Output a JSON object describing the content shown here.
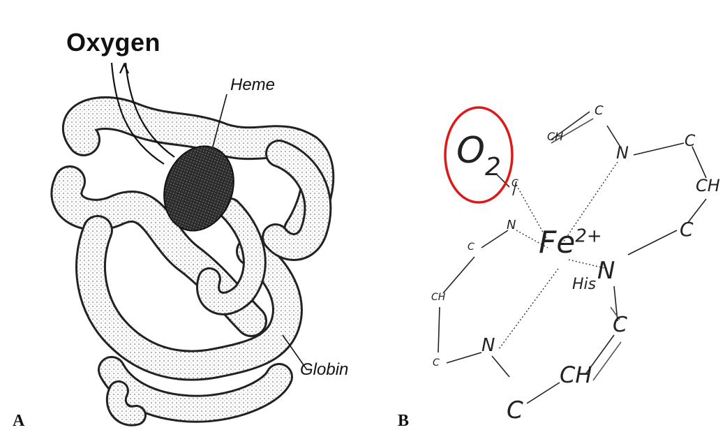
{
  "panel_a": {
    "letter": "A",
    "oxygen_label": "Oxygen",
    "heme_label": "Heme",
    "globin_label": "Globin"
  },
  "panel_b": {
    "letter": "B",
    "o2_label": "O",
    "o2_subscript": "2",
    "fe_label": "Fe",
    "fe_charge": "2+",
    "his_label": "His",
    "atoms": {
      "n_top": "N",
      "n_left": "N",
      "n_right": "N",
      "n_bottom": "N",
      "c_top": "C",
      "c_topright": "C",
      "ch_right": "CH",
      "c_right2": "C",
      "c_o2": "C",
      "c_left": "C",
      "ch_top": "CH",
      "ch_left": "CH",
      "c_bottomleft": "C",
      "c_his": "C",
      "ch_bottom": "CH",
      "c_bottom": "C"
    },
    "highlight_color": "#e01818"
  }
}
